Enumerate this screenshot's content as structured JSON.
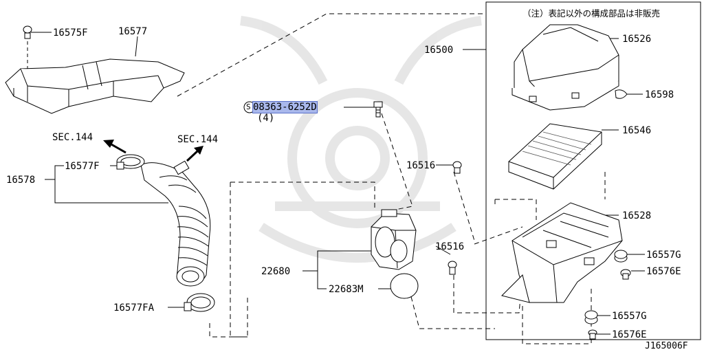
{
  "note": "（注）表記以外の構成部品は非販売",
  "diagram_code": "J165006F",
  "section_ref": "SEC.144",
  "highlighted_part": "08363-6252D",
  "highlighted_qty": "(4)",
  "highlighted_prefix": "S",
  "parts": {
    "p16575F": "16575F",
    "p16577": "16577",
    "p16578": "16578",
    "p16577F": "16577F",
    "p16577FA": "16577FA",
    "p16500": "16500",
    "p16526": "16526",
    "p16598": "16598",
    "p16546": "16546",
    "p16528": "16528",
    "p16516a": "16516",
    "p16516b": "16516",
    "p16557Ga": "16557G",
    "p16576Ea": "16576E",
    "p16557Gb": "16557G",
    "p16576Eb": "16576E",
    "p22680": "22680",
    "p22683M": "22683M"
  }
}
